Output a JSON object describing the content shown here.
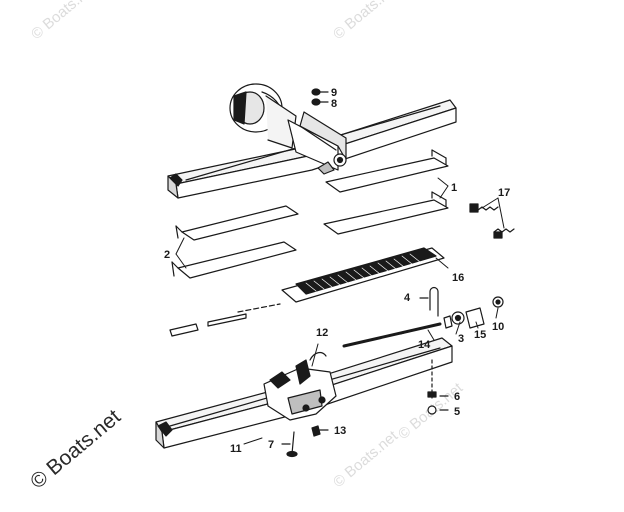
{
  "watermark": {
    "text": "© Boats.net",
    "corner_text": "© Boats.net"
  },
  "callouts": {
    "n1": "1",
    "n2": "2",
    "n3": "3",
    "n4": "4",
    "n5": "5",
    "n6": "6",
    "n7": "7",
    "n8": "8",
    "n9": "9",
    "n10": "10",
    "n11": "11",
    "n12": "12",
    "n13": "13",
    "n14": "14",
    "n15": "15",
    "n16": "16",
    "n17": "17"
  },
  "colors": {
    "ink": "#1a1a1a",
    "watermark": "#dcdcdc",
    "part_fill": "#f4f4f4",
    "shade": "#bfbfbf"
  }
}
